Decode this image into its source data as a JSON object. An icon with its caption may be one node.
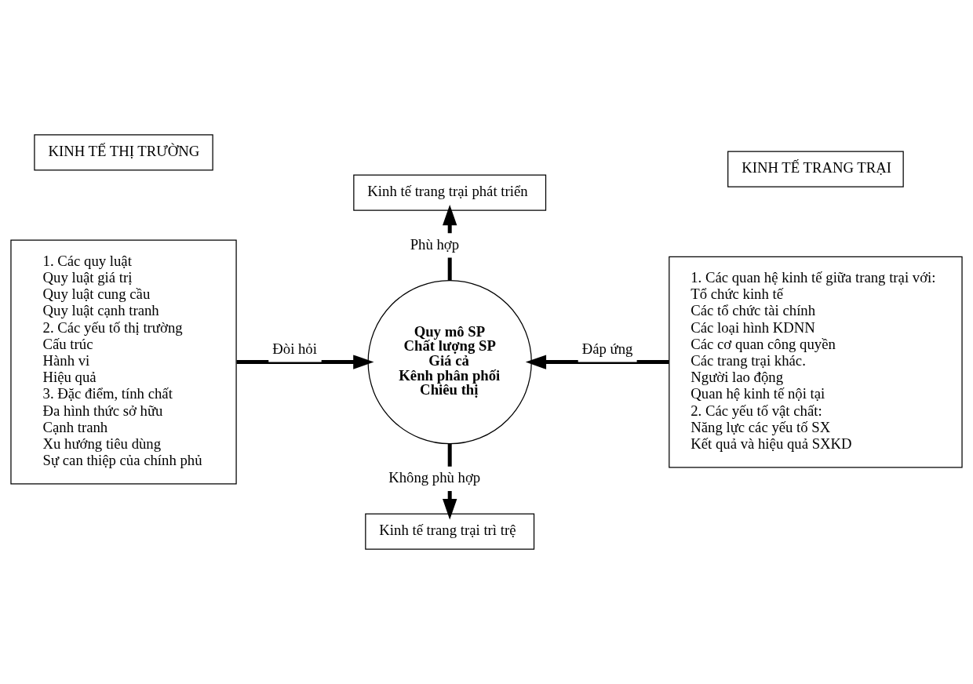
{
  "diagram": {
    "nodes": [
      {
        "text": [
          "KINH TẾ THỊ TRƯỜNG"
        ]
      },
      {
        "text": [
          "1. Các quy luật",
          "Quy luật giá trị",
          "Quy luật cung cầu",
          "Quy luật cạnh tranh",
          "2. Các yếu tố thị trường",
          "Cấu trúc",
          "Hành vi",
          "Hiệu quả",
          "3. Đặc điểm, tính chất",
          "Đa hình thức sở hữu",
          "Cạnh tranh",
          "Xu hướng tiêu dùng",
          "Sự can thiệp của chính phủ"
        ]
      },
      {
        "text": [
          "Kinh tế trang trại phát triển"
        ]
      },
      {
        "text": [
          "Quy mô SP",
          "Chất lượng SP",
          "Giá cả",
          "Kênh phân phối",
          "Chiêu thị"
        ]
      },
      {
        "text": [
          "KINH TẾ TRANG TRẠI"
        ]
      },
      {
        "text": [
          "1. Các quan hệ kinh tế giữa trang trại với:",
          "Tổ chức kinh tế",
          "Các tổ chức tài chính",
          "Các loại hình KDNN",
          "Các cơ quan công quyền",
          "Các trang trại khác.",
          "Người lao động",
          "Quan hệ kinh tế nội tại",
          "2. Các yếu tố vật chất:",
          "Năng lực các yếu tố SX",
          "Kết quả và hiệu quả SXKD"
        ]
      },
      {
        "text": [
          "Kinh tế trang trại trì trệ"
        ]
      }
    ],
    "edges": [
      {
        "from": 3,
        "to": 2,
        "arrow": "to",
        "label": "Phù hợp"
      },
      {
        "from": 1,
        "to": 3,
        "arrow": "to",
        "label": "Đòi hỏi"
      },
      {
        "from": 5,
        "to": 3,
        "arrow": "to",
        "label": "Đáp ứng"
      },
      {
        "from": 3,
        "to": 6,
        "arrow": "to",
        "label": "Không phù hợp"
      }
    ]
  }
}
